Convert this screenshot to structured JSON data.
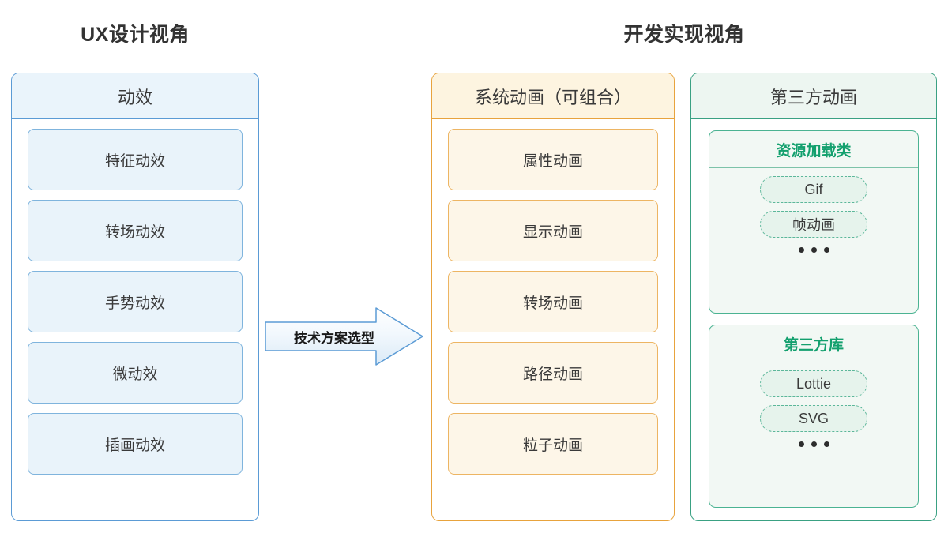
{
  "titles": {
    "left": "UX设计视角",
    "right": "开发实现视角"
  },
  "arrow": {
    "label": "技术方案选型",
    "icon": "right-arrow-icon",
    "color": "#5b9bd5"
  },
  "panels": {
    "ux": {
      "header": "动效",
      "accent": "#5b9bd5",
      "items": [
        {
          "label": "特征动效"
        },
        {
          "label": "转场动效"
        },
        {
          "label": "手势动效"
        },
        {
          "label": "微动效"
        },
        {
          "label": "插画动效"
        }
      ]
    },
    "system": {
      "header": "系统动画（可组合）",
      "accent": "#e8a33d",
      "items": [
        {
          "label": "属性动画"
        },
        {
          "label": "显示动画"
        },
        {
          "label": "转场动画"
        },
        {
          "label": "路径动画"
        },
        {
          "label": "粒子动画"
        }
      ]
    },
    "thirdparty": {
      "header": "第三方动画",
      "accent": "#3aa183",
      "groups": [
        {
          "title": "资源加载类",
          "items": [
            {
              "label": "Gif"
            },
            {
              "label": "帧动画"
            }
          ],
          "more": "•••"
        },
        {
          "title": "第三方库",
          "items": [
            {
              "label": "Lottie"
            },
            {
              "label": "SVG"
            }
          ],
          "more": "•••"
        }
      ]
    }
  }
}
